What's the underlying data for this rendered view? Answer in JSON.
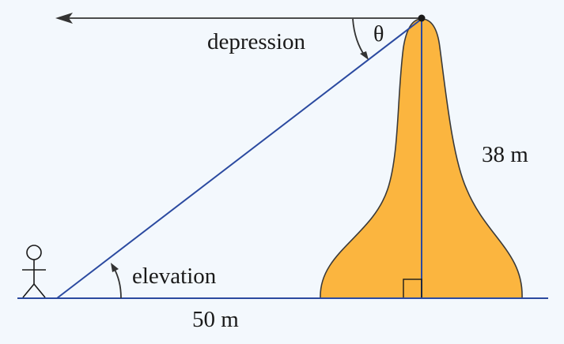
{
  "diagram": {
    "labels": {
      "depression": "depression",
      "theta": "θ",
      "height": "38 m",
      "elevation": "elevation",
      "distance": "50 m"
    },
    "colors": {
      "background": "#f3f8fd",
      "line": "#2b4aa0",
      "mountain_fill": "#fbb53f",
      "mountain_stroke": "#3a3a3a",
      "arrow": "#333333"
    },
    "icons": {
      "observer": "stick-figure-icon",
      "right_angle": "right-angle-marker-icon"
    }
  }
}
